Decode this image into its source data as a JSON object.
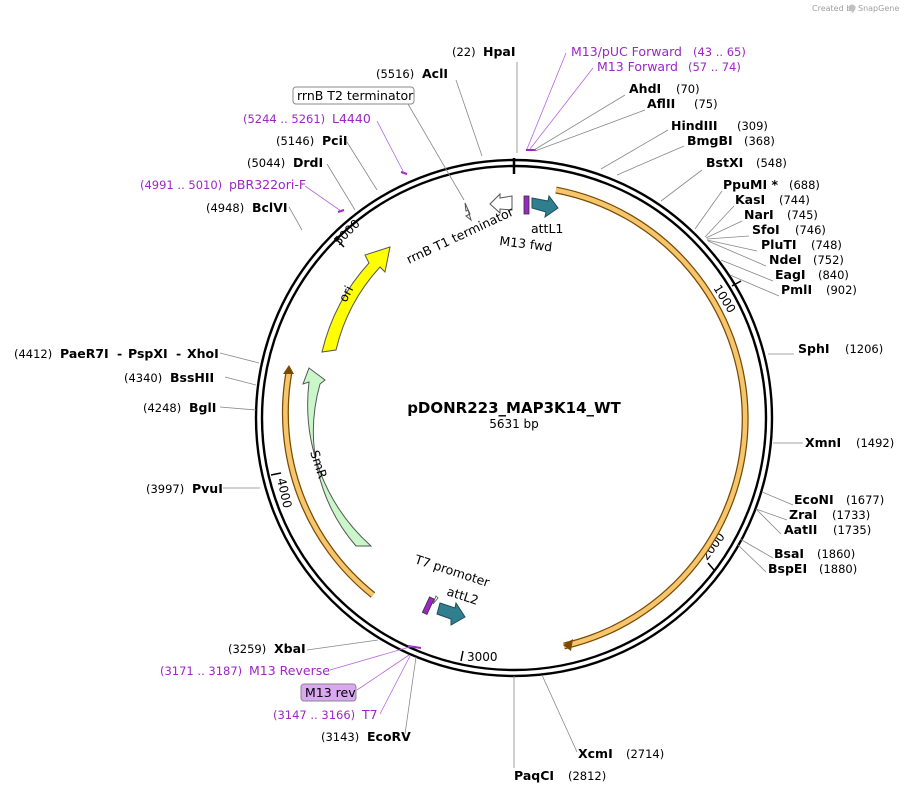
{
  "credit": {
    "prefix": "Created by",
    "brand": "SnapGene"
  },
  "plasmid": {
    "name": "pDONR223_MAP3K14_WT",
    "length": "5631 bp"
  },
  "ticks": [
    "1000",
    "2000",
    "3000",
    "4000",
    "5000"
  ],
  "features": {
    "attL1": "attL1",
    "m13fwd": "M13 fwd",
    "rrnB_T1": "rrnB T1 terminator",
    "rrnB_T2": "rrnB T2 terminator",
    "ori": "ori",
    "smr": "SmR",
    "t7promoter": "T7 promoter",
    "attL2": "attL2",
    "m13rev": "M13 rev"
  },
  "sites": [
    {
      "name": "HpaI",
      "pos": "(22)"
    },
    {
      "name": "AclI",
      "pos": "(5516)"
    },
    {
      "name": "AhdI",
      "pos": "(70)"
    },
    {
      "name": "AflII",
      "pos": "(75)"
    },
    {
      "name": "HindIII",
      "pos": "(309)"
    },
    {
      "name": "BmgBI",
      "pos": "(368)"
    },
    {
      "name": "BstXI",
      "pos": "(548)"
    },
    {
      "name": "PpuMI *",
      "pos": "(688)"
    },
    {
      "name": "KasI",
      "pos": "(744)"
    },
    {
      "name": "NarI",
      "pos": "(745)"
    },
    {
      "name": "SfoI",
      "pos": "(746)"
    },
    {
      "name": "PluTI",
      "pos": "(748)"
    },
    {
      "name": "NdeI",
      "pos": "(752)"
    },
    {
      "name": "EagI",
      "pos": "(840)"
    },
    {
      "name": "PmlI",
      "pos": "(902)"
    },
    {
      "name": "SphI",
      "pos": "(1206)"
    },
    {
      "name": "XmnI",
      "pos": "(1492)"
    },
    {
      "name": "EcoNI",
      "pos": "(1677)"
    },
    {
      "name": "ZraI",
      "pos": "(1733)"
    },
    {
      "name": "AatII",
      "pos": "(1735)"
    },
    {
      "name": "BsaI",
      "pos": "(1860)"
    },
    {
      "name": "BspEI",
      "pos": "(1880)"
    },
    {
      "name": "XcmI",
      "pos": "(2714)"
    },
    {
      "name": "PaqCI",
      "pos": "(2812)"
    },
    {
      "name": "EcoRV",
      "pos": "(3143)"
    },
    {
      "name": "XbaI",
      "pos": "(3259)"
    },
    {
      "name": "PvuI",
      "pos": "(3997)"
    },
    {
      "name": "BglI",
      "pos": "(4248)"
    },
    {
      "name": "BssHII",
      "pos": "(4340)"
    },
    {
      "name": "PaeR7I",
      "pos": "(4412)"
    },
    {
      "name": "PspXI",
      "pos": ""
    },
    {
      "name": "XhoI",
      "pos": ""
    },
    {
      "name": "BclVI",
      "pos": "(4948)"
    },
    {
      "name": "DrdI",
      "pos": "(5044)"
    },
    {
      "name": "PciI",
      "pos": "(5146)"
    }
  ],
  "primers": [
    {
      "name": "M13/pUC Forward",
      "pos": "(43 .. 65)"
    },
    {
      "name": "M13 Forward",
      "pos": "(57 .. 74)"
    },
    {
      "name": "L4440",
      "pos": "(5244 .. 5261)"
    },
    {
      "name": "pBR322ori-F",
      "pos": "(4991 .. 5010)"
    },
    {
      "name": "M13 Reverse",
      "pos": "(3171 .. 3187)"
    },
    {
      "name": "T7",
      "pos": "(3147 .. 3166)"
    }
  ],
  "colors": {
    "backbone": "#000000",
    "insert_fill": "#f6c66e",
    "insert_stroke": "#7a4a00",
    "ori": "#ffff00",
    "smr": "#c9f7c9",
    "att": "#2f7f8f",
    "primer": "#9b27c6",
    "m13rev_box": "#d9a8f0"
  }
}
